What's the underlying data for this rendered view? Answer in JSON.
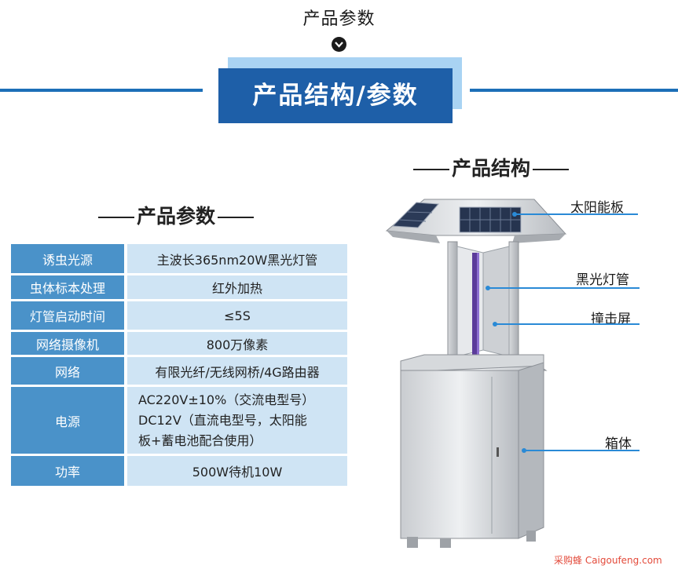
{
  "header": {
    "top_title": "产品参数",
    "banner_title": "产品结构/参数"
  },
  "params": {
    "heading": "产品参数",
    "rows": [
      {
        "key": "诱虫光源",
        "value": "主波长365nm20W黑光灯管"
      },
      {
        "key": "虫体标本处理",
        "value": "红外加热"
      },
      {
        "key": "灯管启动时间",
        "value": "≤5S"
      },
      {
        "key": "网络摄像机",
        "value": "800万像素"
      },
      {
        "key": "网络",
        "value": "有限光纤/无线网桥/4G路由器"
      },
      {
        "key": "电源",
        "value_lines": [
          "AC220V±10%（交流电型号）",
          "DC12V（直流电型号，太阳能",
          "板+蓄电池配合使用）"
        ]
      },
      {
        "key": "功率",
        "value": "500W待机10W"
      }
    ]
  },
  "structure": {
    "heading": "产品结构",
    "labels": {
      "solar": "太阳能板",
      "lamp": "黑光灯管",
      "screen": "撞击屏",
      "box": "箱体"
    }
  },
  "watermark": "采购蜂 Caigoufeng.com",
  "colors": {
    "banner": "#1e5fa8",
    "banner_shadow": "#a9d3f3",
    "key_cell": "#4a92c9",
    "value_cell": "#cfe4f4",
    "leader": "#2a8ad6",
    "watermark": "#e34a3a"
  }
}
